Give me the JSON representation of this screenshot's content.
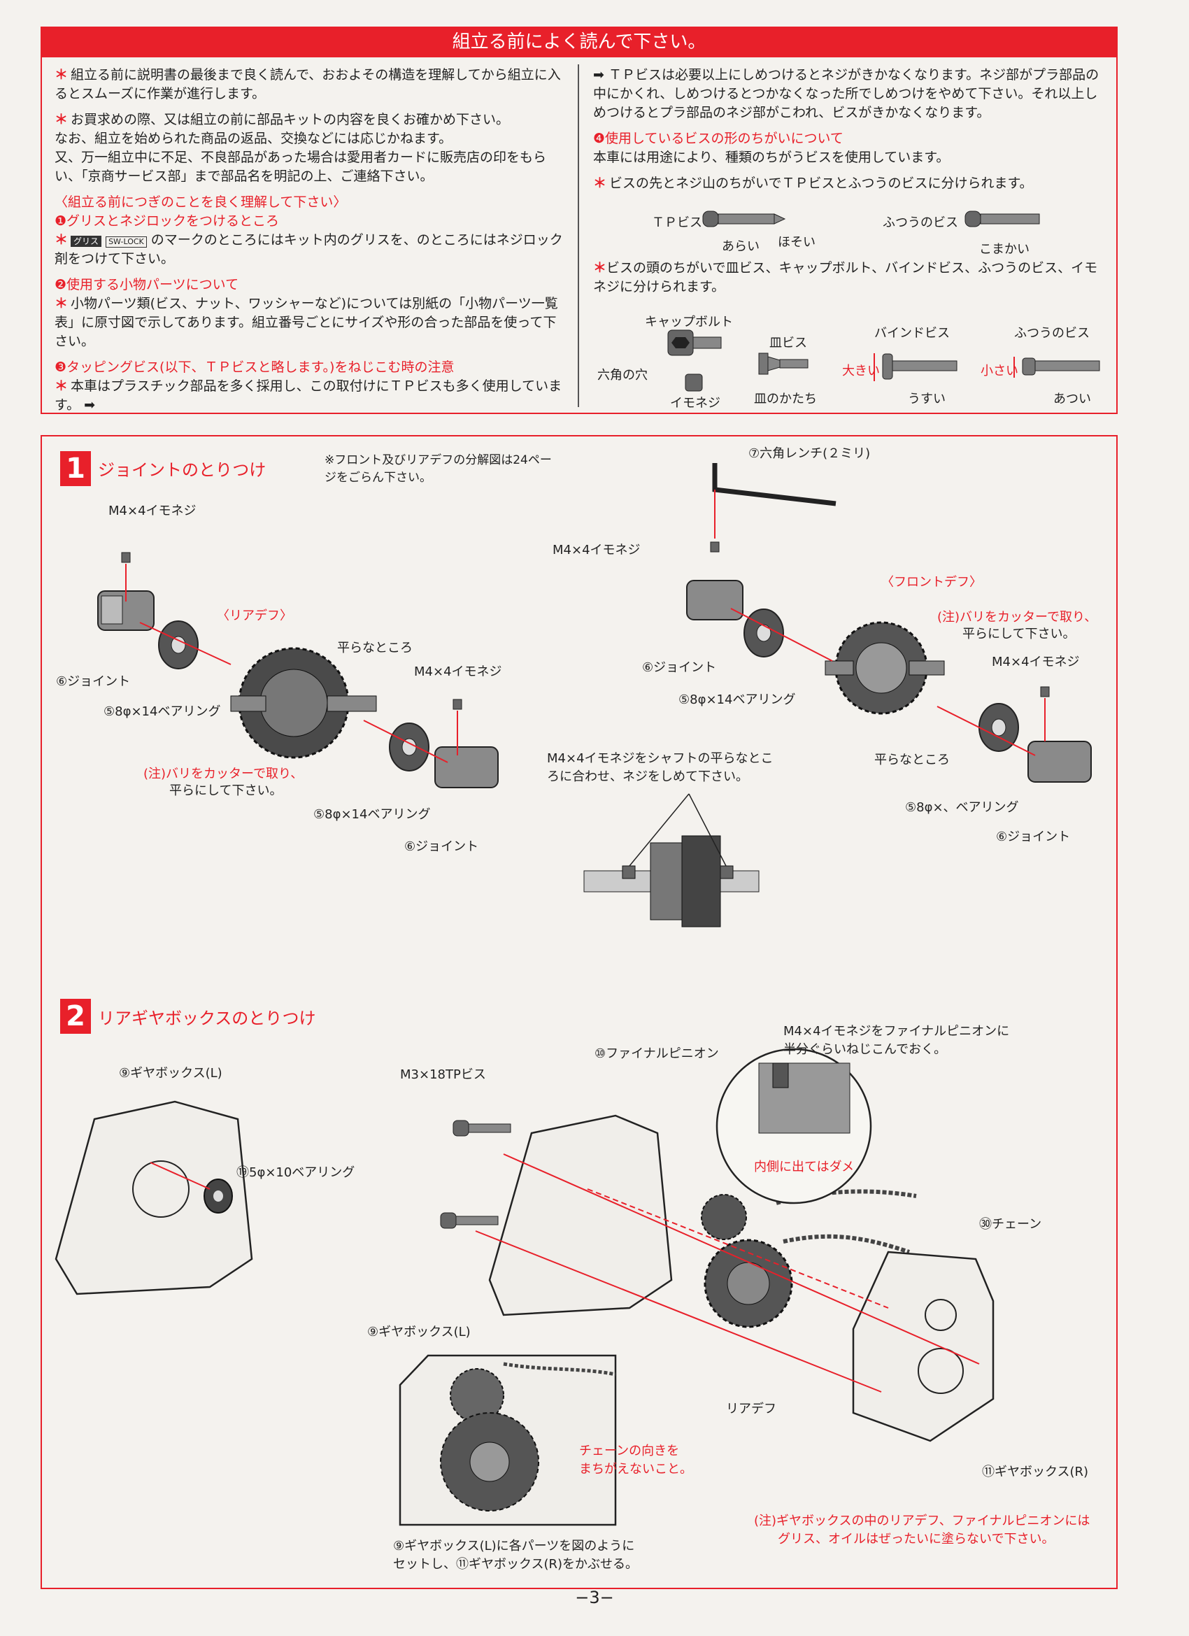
{
  "header": {
    "title": "組立る前によく読んで下さい。"
  },
  "intro_left": {
    "p1": "組立る前に説明書の最後まで良く読んで、おおよその構造を理解してから組立に入るとスムーズに作業が進行します。",
    "p2a": "お買求めの際、又は組立の前に部品キットの内容を良くお確かめ下さい。",
    "p2b": "なお、組立を始められた商品の返品、交換などには応じかねます。",
    "p2c": "又、万一組立中に不足、不良部品があった場合は愛用者カードに販売店の印をもらい、「京商サービス部」まで部品名を明記の上、ご連絡下さい。",
    "h_before": "〈組立る前につぎのことを良く理解して下さい〉",
    "h1": "❶グリスとネジロックをつけるところ",
    "p3": "のマークのところにはキット内のグリスを、のところにはネジロック剤をつけて下さい。",
    "grease_tag": "グリス",
    "swlock_tag": "SW-LOCK",
    "h2": "❷使用する小物パーツについて",
    "p4": "小物パーツ類(ビス、ナット、ワッシャーなど)については別紙の「小物パーツ一覧表」に原寸図で示してあります。組立番号ごとにサイズや形の合った部品を使って下さい。",
    "h3": "❸タッピングビス(以下、ＴＰビスと略します。)をねじこむ時の注意",
    "p5": "本車はプラスチック部品を多く採用し、この取付けにＴＰビスも多く使用しています。"
  },
  "intro_right": {
    "p1": "ＴＰビスは必要以上にしめつけるとネジがきかなくなります。ネジ部がプラ部品の中にかくれ、しめつけるとつかなくなった所でしめつけをやめて下さい。それ以上しめつけるとプラ部品のネジ部がこわれ、ビスがきかなくなります。",
    "h4": "❹使用しているビスの形のちがいについて",
    "p2": "本車には用途により、種類のちがうビスを使用しています。",
    "p3": "ビスの先とネジ山のちがいでＴＰビスとふつうのビスに分けられます。",
    "tp_label": "ＴＰビス",
    "rough": "あらい",
    "thin": "ほそい",
    "normal_label": "ふつうのビス",
    "fine": "こまかい",
    "p4": "ビスの頭のちがいで皿ビス、キャップボルト、バインドビス、ふつうのビス、イモネジに分けられます。",
    "cap_bolt": "キャップボルト",
    "hex_hole": "六角の穴",
    "imoneji": "イモネジ",
    "sara": "皿ビス",
    "sara_shape": "皿のかたち",
    "bind": "バインドビス",
    "big": "大きい",
    "thin2": "うすい",
    "normal2": "ふつうのビス",
    "small": "小さい",
    "thick": "あつい"
  },
  "step1": {
    "num": "1",
    "title": "ジョイントのとりつけ",
    "note_ref": "※フロント及びリアデフの分解図は24ページをごらん下さい。",
    "wrench": "⑦六角レンチ(２ミリ)",
    "m4_a": "M4×4イモネジ",
    "m4_b": "M4×4イモネジ",
    "m4_c": "M4×4イモネジ",
    "m4_d": "M4×4イモネジ",
    "rear_diff": "〈リアデフ〉",
    "front_diff": "〈フロントデフ〉",
    "flat_a": "平らなところ",
    "flat_b": "平らなところ",
    "joint_a": "⑥ジョイント",
    "joint_b": "⑥ジョイント",
    "joint_c": "⑥ジョイント",
    "joint_d": "⑥ジョイント",
    "bearing_a": "⑤8φ×14ベアリング",
    "bearing_b": "⑤8φ×14ベアリング",
    "bearing_c": "⑤8φ×14ベアリング",
    "bearing_d": "⑤8φ×、ベアリング",
    "burr_a1": "(注)バリをカッターで取り、",
    "burr_a2": "平らにして下さい。",
    "burr_b1": "(注)バリをカッターで取り、",
    "burr_b2": "平らにして下さい。",
    "set_note1": "M4×4イモネジをシャフトの平らなとこ",
    "set_note2": "ろに合わせ、ネジをしめて下さい。"
  },
  "step2": {
    "num": "2",
    "title": "リアギヤボックスのとりつけ",
    "gbox_l_a": "⑨ギヤボックス(L)",
    "gbox_l_b": "⑨ギヤボックス(L)",
    "gbox_r": "⑪ギヤボックス(R)",
    "bearing5": "⑲5φ×10ベアリング",
    "m3": "M3×18TPビス",
    "final_pinion": "⑩ファイナルピニオン",
    "pinion_note1": "M4×4イモネジをファイナルピニオンに",
    "pinion_note2": "半分ぐらいねじこんでおく。",
    "no_inside": "内側に出てはダメ",
    "chain": "㉚チェーン",
    "rear_diff": "リアデフ",
    "chain_dir1": "チェーンの向きを",
    "chain_dir2": "まちがえないこと。",
    "set_note1": "⑨ギヤボックス(L)に各パーツを図のように",
    "set_note2": "セットし、⑪ギヤボックス(R)をかぶせる。",
    "oil_note1": "(注)ギヤボックスの中のリアデフ、ファイナルピニオンには",
    "oil_note2": "グリス、オイルはぜったいに塗らないで下さい。"
  },
  "footer": {
    "page": "−3−"
  }
}
